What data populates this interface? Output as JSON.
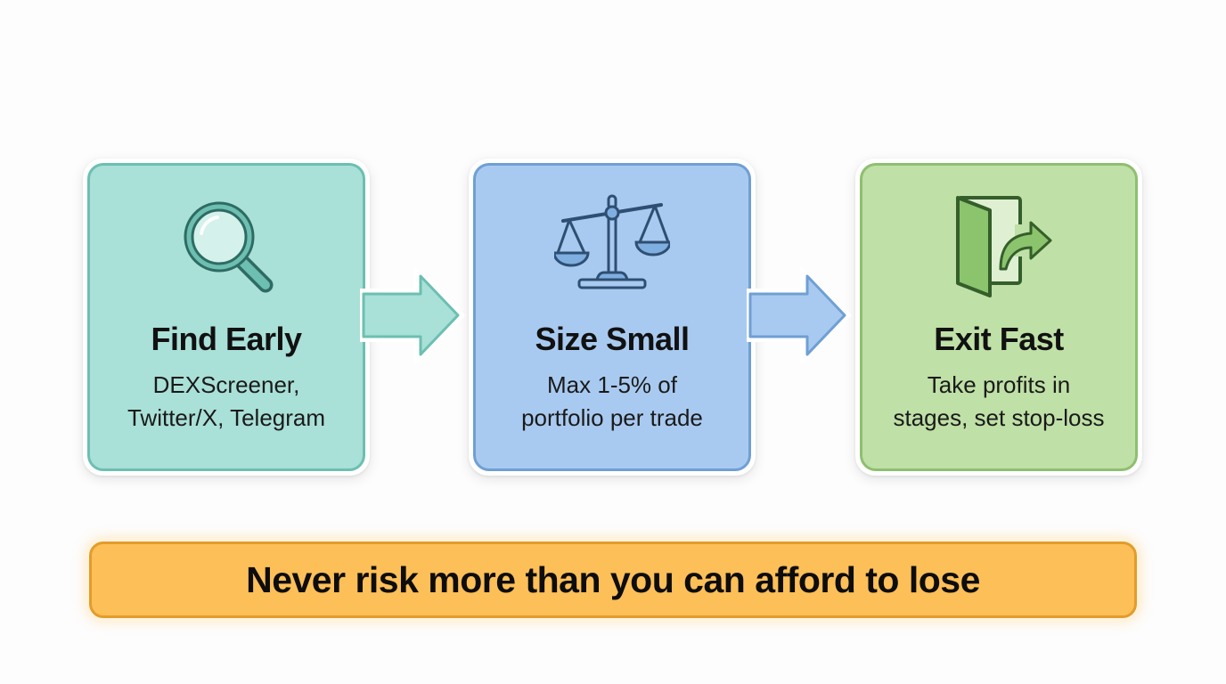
{
  "steps": [
    {
      "title": "Find Early",
      "description_line1": "DEXScreener,",
      "description_line2": "Twitter/X, Telegram",
      "icon": "magnifying-glass-icon",
      "fill_color": "#a9e0d8",
      "border_color": "#6cbfb1"
    },
    {
      "title": "Size Small",
      "description_line1": "Max 1-5% of",
      "description_line2": "portfolio per trade",
      "icon": "balance-scale-icon",
      "fill_color": "#a9caf0",
      "border_color": "#6f9fd4"
    },
    {
      "title": "Exit Fast",
      "description_line1": "Take profits in",
      "description_line2": "stages, set stop-loss",
      "icon": "exit-door-icon",
      "fill_color": "#bfe0a6",
      "border_color": "#8ebf70"
    }
  ],
  "arrows": [
    {
      "from": "Find Early",
      "to": "Size Small",
      "color": "#a9e0d8"
    },
    {
      "from": "Size Small",
      "to": "Exit Fast",
      "color": "#a9caf0"
    }
  ],
  "banner": {
    "text": "Never risk more than you can afford to lose",
    "fill_color": "#fdbf58",
    "border_color": "#e39c2a"
  }
}
